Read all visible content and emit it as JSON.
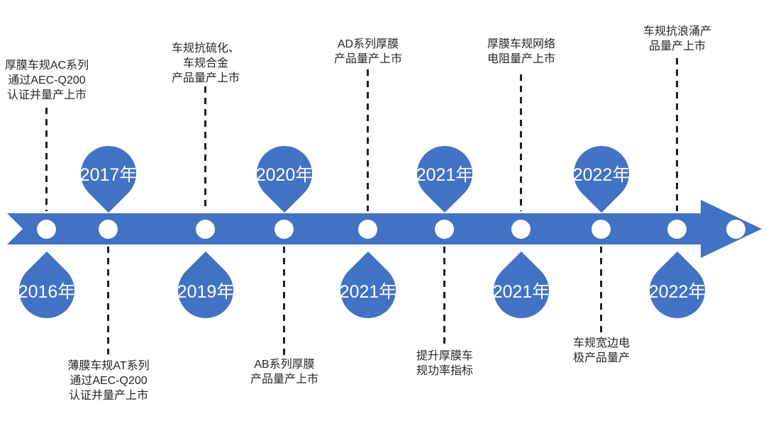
{
  "page": {
    "background": "#ffffff"
  },
  "timeline": {
    "accent_color": "#4272C3",
    "node_color": "#ffffff",
    "year_text_color": "#ffffff",
    "desc_text_color": "#262626",
    "events": [
      {
        "year": "2016年",
        "year_side": "bottom",
        "desc_side": "top",
        "desc_lines": [
          "厚膜车规AC系列",
          "通过AEC-Q200",
          "认证并量产上市"
        ]
      },
      {
        "year": "2017年",
        "year_side": "top",
        "desc_side": "bottom",
        "desc_lines": [
          "薄膜车规AT系列",
          "通过AEC-Q200",
          "认证并量产上市"
        ]
      },
      {
        "year": "2019年",
        "year_side": "bottom",
        "desc_side": "top",
        "desc_lines": [
          "车规抗硫化、",
          "车规合金",
          "产品量产上市"
        ]
      },
      {
        "year": "2020年",
        "year_side": "top",
        "desc_side": "bottom",
        "desc_lines": [
          "AB系列厚膜",
          "产品量产上市"
        ]
      },
      {
        "year": "2021年",
        "year_side": "bottom",
        "desc_side": "top",
        "desc_lines": [
          "AD系列厚膜",
          "产品量产上市"
        ]
      },
      {
        "year": "2021年",
        "year_side": "top",
        "desc_side": "bottom",
        "desc_lines": [
          "提升厚膜车",
          "规功率指标"
        ]
      },
      {
        "year": "2021年",
        "year_side": "bottom",
        "desc_side": "top",
        "desc_lines": [
          "厚膜车规网络",
          "电阻量产上市"
        ]
      },
      {
        "year": "2022年",
        "year_side": "top",
        "desc_side": "bottom",
        "desc_lines": [
          "车规宽边电",
          "极产品量产"
        ]
      },
      {
        "year": "2022年",
        "year_side": "bottom",
        "desc_side": "top",
        "desc_lines": [
          "车规抗浪涌产",
          "品量产上市"
        ]
      }
    ]
  }
}
